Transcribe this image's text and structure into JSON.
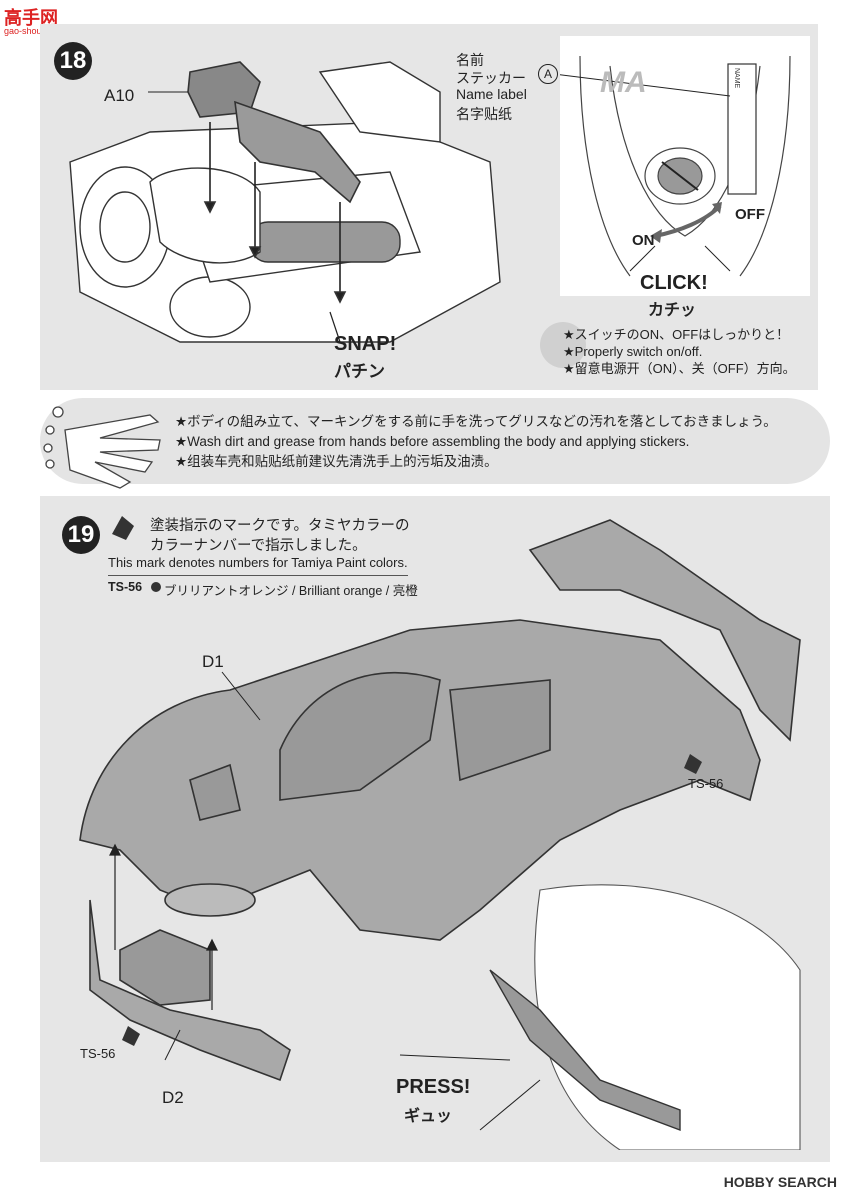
{
  "watermark": {
    "site_name": "高手网",
    "url": "gao-shou.com",
    "bottom": "HOBBY SEARCH"
  },
  "step18": {
    "number": "18",
    "part_a10": "A10",
    "name_label_lines": [
      "名前",
      "ステッカー",
      "Name label",
      "名字贴纸"
    ],
    "sticker_id": "A",
    "sticker_text": "NAME",
    "body_logo": "MA",
    "on": "ON",
    "off": "OFF",
    "click_en": "CLICK!",
    "click_jp": "カチッ",
    "snap_en": "SNAP!",
    "snap_jp": "パチン",
    "switch_notes": [
      "★スイッチのON、OFFはしっかりと！",
      "★Properly switch on/off.",
      "★留意电源开（ON）、关（OFF）方向。"
    ]
  },
  "warning": {
    "lines": [
      "★ボディの組み立て、マーキングをする前に手を洗ってグリスなどの汚れを落としておきましょう。",
      "★Wash dirt and grease from hands before assembling the body and applying stickers.",
      "★组装车壳和贴贴纸前建议先清洗手上的污垢及油渍。"
    ]
  },
  "step19": {
    "number": "19",
    "paint_note_lines": [
      "塗装指示のマークです。タミヤカラーの",
      "カラーナンバーで指示しました。",
      "This mark denotes numbers for Tamiya Paint colors."
    ],
    "color_code": "TS-56",
    "color_desc": "ブリリアントオレンジ / Brilliant orange / 亮橙",
    "part_d1": "D1",
    "part_d2": "D2",
    "ts56_a": "TS-56",
    "ts56_b": "TS-56",
    "press_en": "PRESS!",
    "press_jp": "ギュッ"
  }
}
